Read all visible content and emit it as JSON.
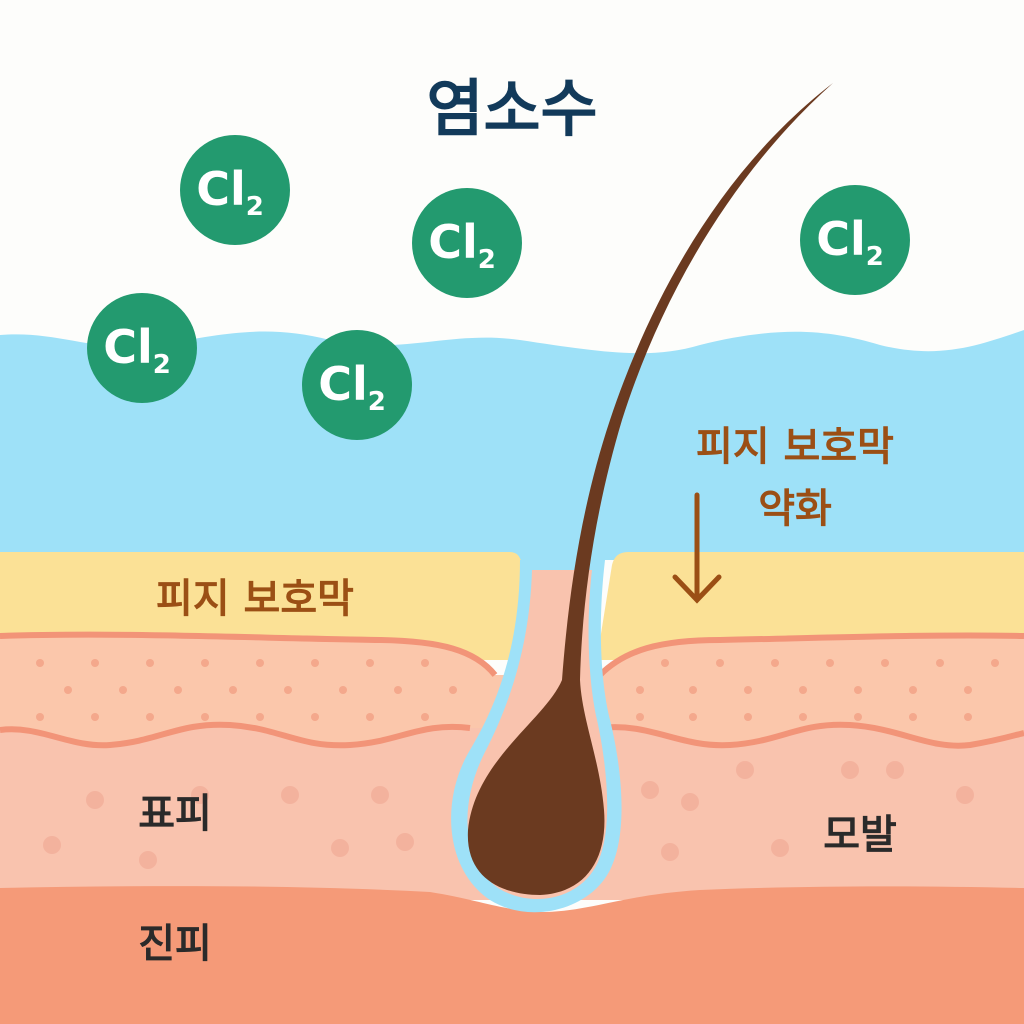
{
  "title": "염소수",
  "molecule": {
    "symbol": "Cl",
    "subscript": "2",
    "count": 5
  },
  "labels": {
    "sebum_layer": "피지 보호막",
    "weakening_line1": "피지 보호막",
    "weakening_line2": "약화",
    "epidermis": "표피",
    "dermis": "진피",
    "hair": "모발"
  },
  "colors": {
    "title": "#123a5a",
    "molecule": "#239a6f",
    "water": "#9ee1f8",
    "sebum": "#fbe196",
    "epidermis_upper": "#fbc7ab",
    "epidermis_lower": "#f9c3ae",
    "dermis": "#f59a78",
    "hair": "#6b3a20",
    "label_brown": "#9b4f15",
    "label_dark": "#2a2a2a"
  }
}
